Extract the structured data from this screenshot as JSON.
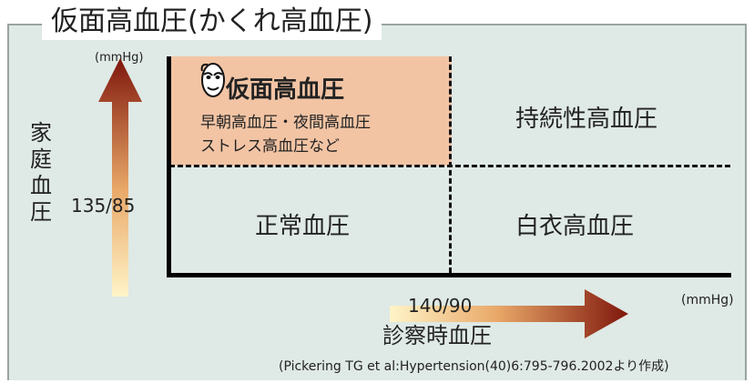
{
  "title": "仮面高血圧(かくれ高血圧)",
  "y_axis": {
    "unit": "(mmHg)",
    "label_chars": [
      "家",
      "庭",
      "血",
      "圧"
    ],
    "threshold": "135/85"
  },
  "x_axis": {
    "unit": "(mmHg)",
    "label": "診察時血圧",
    "threshold": "140/90"
  },
  "quadrants": {
    "masked": {
      "title": "仮面高血圧",
      "line1": "早朝高血圧・夜間高血圧",
      "line2": "ストレス高血圧など"
    },
    "sustained": "持続性高血圧",
    "normal": "正常血圧",
    "white_coat": "白衣高血圧"
  },
  "citation": "(Pickering TG et al:Hypertension(40)6:795-796.2002より作成)",
  "colors": {
    "panel_bg": "#dfe9e5",
    "masked_bg": "#f2c4a4",
    "arrow_dark": "#8b1a10",
    "arrow_light": "#fff4c8"
  },
  "icons": {
    "mask": "theater-mask-icon"
  }
}
